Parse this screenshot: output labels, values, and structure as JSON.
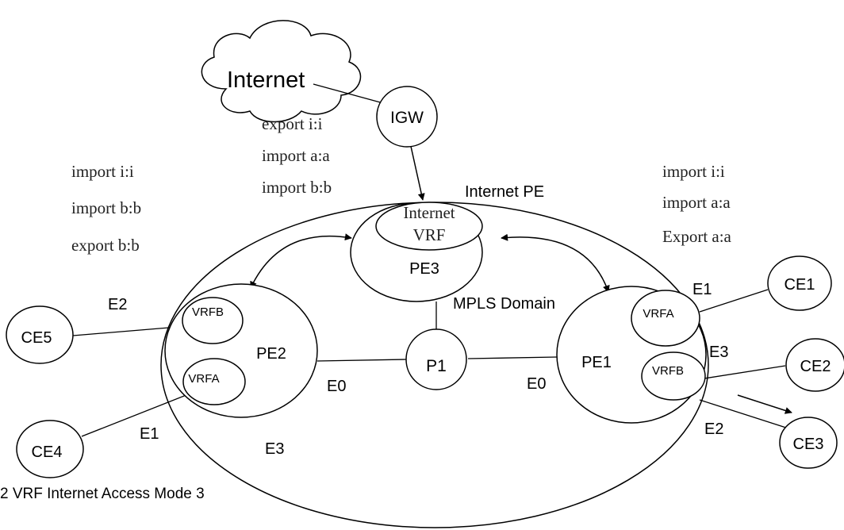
{
  "nodes": {
    "internet": "Internet",
    "igw": "IGW",
    "internet_pe": "Internet PE",
    "internet_vrf_line1": "Internet",
    "internet_vrf_line2": "VRF",
    "pe3": "PE3",
    "mpls_domain": "MPLS Domain",
    "pe2": "PE2",
    "pe1": "PE1",
    "p1": "P1",
    "pe2_vrfb": "VRFB",
    "pe2_vrfa": "VRFA",
    "pe1_vrfa": "VRFA",
    "pe1_vrfb": "VRFB",
    "ce1": "CE1",
    "ce2": "CE2",
    "ce3": "CE3",
    "ce4": "CE4",
    "ce5": "CE5"
  },
  "interfaces": {
    "pe2_e2": "E2",
    "pe2_e1": "E1",
    "pe2_e0": "E0",
    "pe2_e3": "E3",
    "pe1_e0": "E0",
    "pe1_e1": "E1",
    "pe1_e3": "E3",
    "pe1_e2": "E2"
  },
  "route_targets": {
    "pe3": [
      "export i:i",
      "import a:a",
      "import b:b"
    ],
    "pe2": [
      "import i:i",
      "import b:b",
      "export b:b"
    ],
    "pe1": [
      "import i:i",
      "import a:a",
      "Export a:a"
    ]
  },
  "caption": "2 VRF Internet Access Mode 3"
}
